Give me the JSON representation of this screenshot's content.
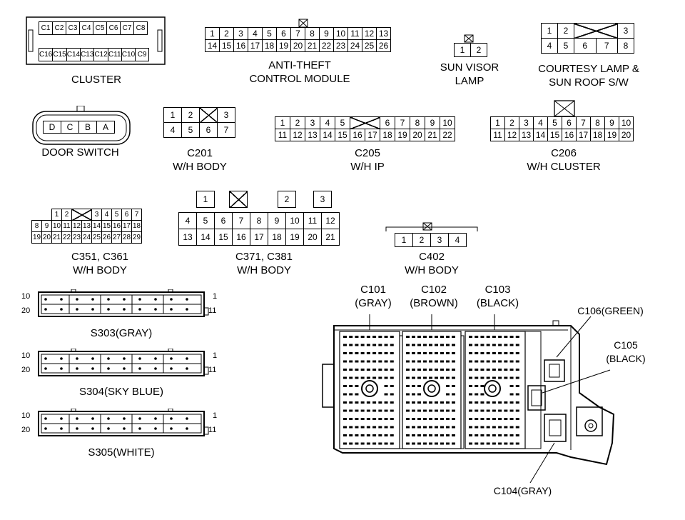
{
  "cluster": {
    "caption": "CLUSTER",
    "row1": [
      "C1",
      "C2",
      "C3",
      "C4",
      "C5",
      "C6",
      "C7",
      "C8"
    ],
    "row2": [
      "C16",
      "C15",
      "C14",
      "C13",
      "C12",
      "C11",
      "C10",
      "C9"
    ]
  },
  "anti_theft": {
    "caption1": "ANTI-THEFT",
    "caption2": "CONTROL MODULE",
    "row1": [
      "1",
      "2",
      "3",
      "4",
      "5",
      "6",
      "7",
      "8",
      "9",
      "10",
      "11",
      "12",
      "13"
    ],
    "row2": [
      "14",
      "15",
      "16",
      "17",
      "18",
      "19",
      "20",
      "21",
      "22",
      "23",
      "24",
      "25",
      "26"
    ]
  },
  "sun_visor": {
    "caption1": "SUN VISOR",
    "caption2": "LAMP",
    "row1": [
      "1",
      "2"
    ]
  },
  "courtesy": {
    "caption1": "COURTESY LAMP &",
    "caption2": "SUN ROOF S/W",
    "row1": [
      "1",
      "2",
      "",
      "3"
    ],
    "row2": [
      "4",
      "5",
      "6",
      "7",
      "8"
    ]
  },
  "door_switch": {
    "caption": "DOOR SWITCH",
    "pins": [
      "D",
      "C",
      "B",
      "A"
    ]
  },
  "c201": {
    "caption1": "C201",
    "caption2": "W/H BODY",
    "row1": [
      "1",
      "2",
      "",
      "3"
    ],
    "row2": [
      "4",
      "5",
      "6",
      "7"
    ]
  },
  "c205": {
    "caption1": "C205",
    "caption2": "W/H IP",
    "row1": [
      "1",
      "2",
      "3",
      "4",
      "5",
      "",
      "6",
      "7",
      "8",
      "9",
      "10"
    ],
    "row2": [
      "11",
      "12",
      "13",
      "14",
      "15",
      "16",
      "17",
      "18",
      "19",
      "20",
      "21",
      "22"
    ]
  },
  "c206": {
    "caption1": "C206",
    "caption2": "W/H CLUSTER",
    "row1": [
      "1",
      "2",
      "3",
      "4",
      "5",
      "6",
      "7",
      "8",
      "9",
      "10"
    ],
    "row2": [
      "11",
      "12",
      "13",
      "14",
      "15",
      "16",
      "17",
      "18",
      "19",
      "20"
    ]
  },
  "c351": {
    "caption1": "C351, C361",
    "caption2": "W/H BODY",
    "row1": [
      "1",
      "2",
      "",
      "3",
      "4",
      "5",
      "6",
      "7"
    ],
    "row2": [
      "8",
      "9",
      "10",
      "11",
      "12",
      "13",
      "14",
      "15",
      "16",
      "17",
      "18"
    ],
    "row3": [
      "19",
      "20",
      "21",
      "22",
      "23",
      "24",
      "25",
      "26",
      "27",
      "28",
      "29"
    ]
  },
  "c371": {
    "caption1": "C371, C381",
    "caption2": "W/H BODY",
    "row0": [
      "1",
      "",
      "2",
      "3"
    ],
    "row1": [
      "4",
      "5",
      "6",
      "7",
      "8",
      "9",
      "10",
      "11",
      "12"
    ],
    "row2": [
      "13",
      "14",
      "15",
      "16",
      "17",
      "18",
      "19",
      "20",
      "21"
    ]
  },
  "c402": {
    "caption1": "C402",
    "caption2": "W/H BODY",
    "row1": [
      "1",
      "2",
      "3",
      "4"
    ]
  },
  "s303": {
    "caption": "S303(GRAY)",
    "left_top": "10",
    "left_bottom": "20",
    "right_top": "1",
    "right_bottom": "11"
  },
  "s304": {
    "caption": "S304(SKY BLUE)",
    "left_top": "10",
    "left_bottom": "20",
    "right_top": "1",
    "right_bottom": "11"
  },
  "s305": {
    "caption": "S305(WHITE)",
    "left_top": "10",
    "left_bottom": "20",
    "right_top": "1",
    "right_bottom": "11"
  },
  "junction": {
    "c101_1": "C101",
    "c101_2": "(GRAY)",
    "c102_1": "C102",
    "c102_2": "(BROWN)",
    "c103_1": "C103",
    "c103_2": "(BLACK)",
    "c106": "C106(GREEN)",
    "c105_1": "C105",
    "c105_2": "(BLACK)",
    "c104": "C104(GRAY)"
  }
}
